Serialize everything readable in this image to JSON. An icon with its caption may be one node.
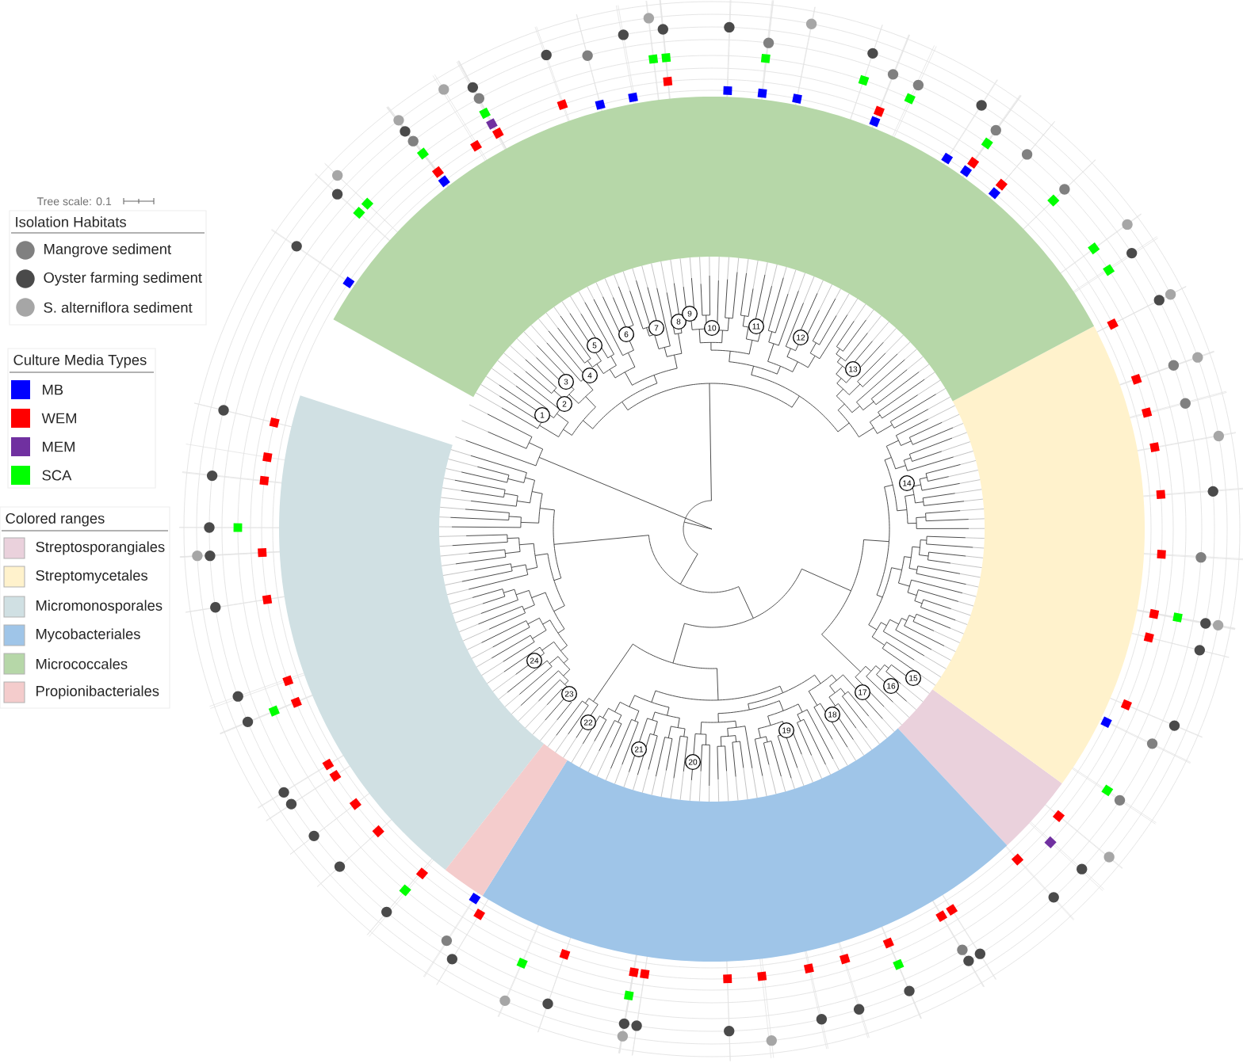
{
  "diagram": {
    "nodes": [
      {
        "text": [
          "1"
        ]
      },
      {
        "text": [
          "2"
        ]
      },
      {
        "text": [
          "3"
        ]
      },
      {
        "text": [
          "4"
        ]
      },
      {
        "text": [
          "5"
        ]
      },
      {
        "text": [
          "6"
        ]
      },
      {
        "text": [
          "7"
        ]
      },
      {
        "text": [
          "8"
        ]
      },
      {
        "text": [
          "9"
        ]
      },
      {
        "text": [
          "10"
        ]
      },
      {
        "text": [
          "11"
        ]
      },
      {
        "text": [
          "12"
        ]
      },
      {
        "text": [
          "13"
        ]
      },
      {
        "text": [
          "14"
        ]
      },
      {
        "text": [
          "15"
        ]
      },
      {
        "text": [
          "16"
        ]
      },
      {
        "text": [
          "17"
        ]
      },
      {
        "text": [
          "18"
        ]
      },
      {
        "text": [
          "19"
        ]
      },
      {
        "text": [
          "20"
        ]
      },
      {
        "text": [
          "21"
        ]
      },
      {
        "text": [
          "22"
        ]
      },
      {
        "text": [
          "23"
        ]
      },
      {
        "text": [
          "24"
        ]
      }
    ],
    "labels": [
      "Tree scale: 0.1",
      "Isolation Habitats",
      "Culture Media Types",
      "Colored ranges"
    ],
    "legend": [
      {
        "text": "Mangrove sediment",
        "color": "#808080"
      },
      {
        "text": "Oyster farming sediment",
        "color": "#4a4a4a"
      },
      {
        "text": "S. alterniflora sediment",
        "color": "#a6a6a6"
      },
      {
        "text": "MB",
        "color": "#0000ff"
      },
      {
        "text": "WEM",
        "color": "#ff0000"
      },
      {
        "text": "MEM",
        "color": "#7030a0"
      },
      {
        "text": "SCA",
        "color": "#00ff00"
      },
      {
        "text": "Streptosporangiales",
        "color": "#ead1dc"
      },
      {
        "text": "Streptomycetales",
        "color": "#fff2cc"
      },
      {
        "text": "Micromonosporales",
        "color": "#d0e0e3"
      },
      {
        "text": "Mycobacteriales",
        "color": "#9fc5e8"
      },
      {
        "text": "Micrococcales",
        "color": "#b6d7a8"
      },
      {
        "text": "Propionibacteriales",
        "color": "#f4cccc"
      }
    ]
  }
}
